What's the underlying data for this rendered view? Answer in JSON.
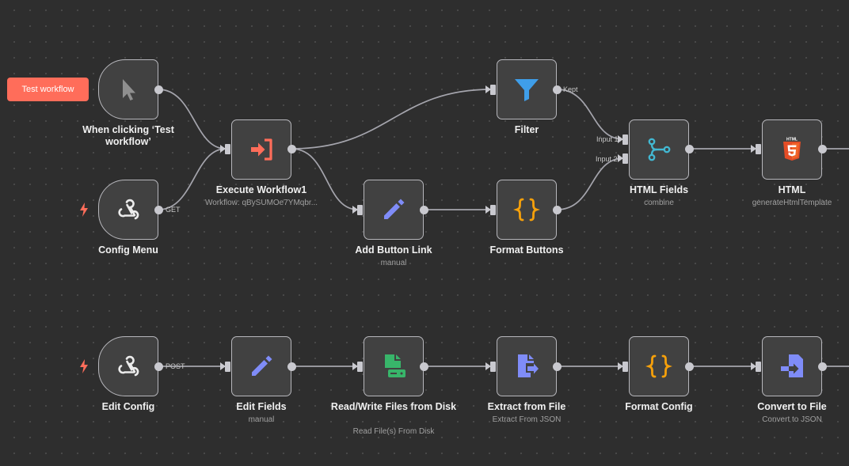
{
  "canvas": {
    "test_button_label": "Test workflow"
  },
  "connection_labels": {
    "kept": "Kept",
    "input1": "Input 1",
    "input2": "Input 2",
    "get": "GET",
    "post": "POST"
  },
  "nodes": {
    "manual_trigger": {
      "title": "When clicking ‘Test workflow’",
      "icon": "cursor-icon"
    },
    "config_menu": {
      "title": "Config Menu",
      "icon": "webhook-icon"
    },
    "execute_workflow": {
      "title": "Execute Workflow1",
      "subtitle": "Workflow: qBySUMOe7YMqbr...",
      "icon": "enter-arrow-icon"
    },
    "filter": {
      "title": "Filter",
      "icon": "filter-icon"
    },
    "add_button_link": {
      "title": "Add Button Link",
      "subtitle": "manual",
      "icon": "pencil-icon"
    },
    "format_buttons": {
      "title": "Format Buttons",
      "icon": "braces-icon"
    },
    "html_fields": {
      "title": "HTML Fields",
      "subtitle": "combine",
      "icon": "merge-icon"
    },
    "html": {
      "title": "HTML",
      "subtitle": "generateHtmlTemplate",
      "icon": "html5-icon"
    },
    "edit_config": {
      "title": "Edit Config",
      "icon": "webhook-icon"
    },
    "edit_fields": {
      "title": "Edit Fields",
      "subtitle": "manual",
      "icon": "pencil-icon"
    },
    "read_write_files": {
      "title": "Read/Write Files from Disk",
      "subtitle": "Read File(s) From Disk",
      "icon": "file-disk-icon"
    },
    "extract_from_file": {
      "title": "Extract from File",
      "subtitle": "Extract From JSON",
      "icon": "file-extract-icon"
    },
    "format_config": {
      "title": "Format Config",
      "icon": "braces-icon"
    },
    "convert_to_file": {
      "title": "Convert to File",
      "subtitle": "Convert to JSON",
      "icon": "file-convert-icon"
    }
  },
  "colors": {
    "accent": "#ff6d5a",
    "filter_blue": "#3f9ee9",
    "pencil_purple": "#7f8cf8",
    "braces_orange": "#f5a00b",
    "merge_teal": "#42b8d2",
    "html_orange": "#e44d26",
    "files_green": "#38b56a"
  }
}
